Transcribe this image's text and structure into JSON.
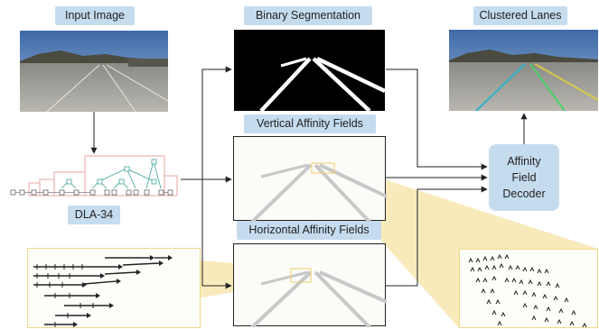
{
  "title_input": "Input Image",
  "title_binary": "Binary Segmentation",
  "title_clustered": "Clustered Lanes",
  "title_vertical": "Vertical Affinity Fields",
  "title_horizontal": "Horizontal Affinity Fields",
  "backbone_label": "DLA-34",
  "decoder_lines": [
    "Affinity",
    "Field",
    "Decoder"
  ],
  "colors": {
    "label_bg": "#c5dcef",
    "highlight": "#f5dc93",
    "zoom_fill": "#f7e3a6",
    "dla_stage": "#e8a5a5",
    "dla_node": "#3aa59a"
  }
}
